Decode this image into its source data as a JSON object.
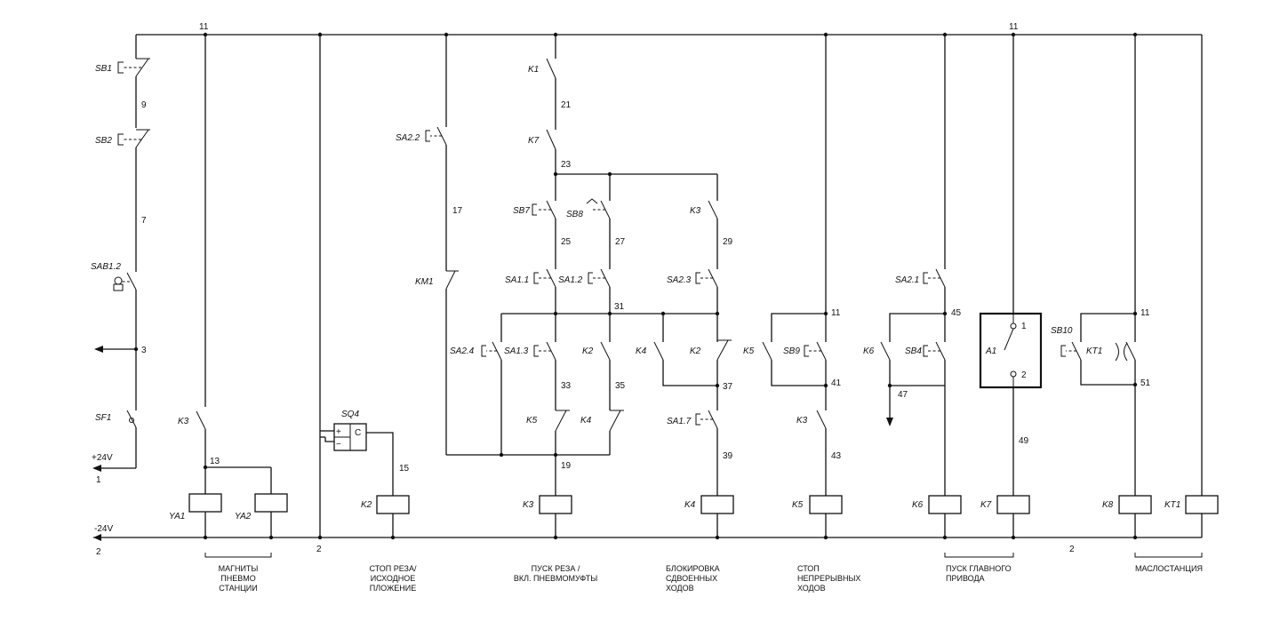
{
  "diagram": {
    "rails": {
      "top_left": "11",
      "top_right": "11",
      "bottom_left_voltage": "-24V",
      "bottom_left_wire": "2",
      "bottom_mid_wire": "2",
      "bottom_right_wire": "2",
      "supply_voltage": "+24V",
      "supply_wire": "1"
    },
    "left_chain": {
      "sb1": "SB1",
      "w9": "9",
      "sb2": "SB2",
      "w7": "7",
      "sab": "SAB1.2",
      "w3": "3",
      "sf1": "SF1"
    },
    "pneumo": {
      "k3": "K3",
      "w13": "13",
      "ya1": "YA1",
      "ya2": "YA2"
    },
    "stop_cut": {
      "sq4": "SQ4",
      "plus": "+",
      "minus": "−",
      "c": "C",
      "w15": "15",
      "k2": "K2"
    },
    "cut": {
      "sa22": "SA2.2",
      "w17": "17",
      "km1": "KM1",
      "k1": "K1",
      "w21": "21",
      "k7": "K7",
      "w23": "23",
      "sb7": "SB7",
      "sb8": "SB8",
      "w25": "25",
      "w27": "27",
      "sa11": "SA1.1",
      "sa12": "SA1.2",
      "w31": "31",
      "sa24": "SA2.4",
      "sa13": "SA1.3",
      "k2": "K2",
      "w33": "33",
      "w35": "35",
      "k5": "K5",
      "k4": "K4",
      "w19": "19",
      "k3_coil": "K3"
    },
    "block": {
      "k3": "K3",
      "w29": "29",
      "sa23": "SA2.3",
      "k4": "K4",
      "k2": "K2",
      "w37": "37",
      "sa17": "SA1.7",
      "w39": "39",
      "k4_coil": "K4"
    },
    "stopcont": {
      "w11": "11",
      "k5": "K5",
      "sb9": "SB9",
      "w41": "41",
      "k3": "K3",
      "w43": "43",
      "k5_coil": "K5"
    },
    "main": {
      "sa21": "SA2.1",
      "w45": "45",
      "k6": "K6",
      "sb4": "SB4",
      "w47": "47",
      "k6_coil": "K6",
      "a1": "A1",
      "a1_t1": "1",
      "a1_t2": "2",
      "w49": "49",
      "k7_coil": "K7"
    },
    "oil": {
      "w11": "11",
      "sb10": "SB10",
      "kt1": "KT1",
      "w51": "51",
      "k8_coil": "K8",
      "kt1_coil": "KT1"
    },
    "captions": {
      "pneumo": [
        "МАГНИТЫ",
        "ПНЕВМО",
        "СТАНЦИИ"
      ],
      "stop_cut": [
        "СТОП РЕЗА/",
        "ИСХОДНОЕ",
        "ПЛОЖЕНИЕ"
      ],
      "cut": [
        "ПУСК РЕЗА /",
        "ВКЛ. ПНЕВМОМУФТЫ"
      ],
      "block": [
        "БЛОКИРОВКА",
        "СДВОЕННЫХ",
        "ХОДОВ"
      ],
      "stopcont": [
        "СТОП",
        "НЕПРЕРЫВНЫХ",
        "ХОДОВ"
      ],
      "main": [
        "ПУСК ГЛАВНОГО",
        "ПРИВОДА"
      ],
      "oil": [
        "МАСЛОСТАНЦИЯ"
      ]
    }
  }
}
